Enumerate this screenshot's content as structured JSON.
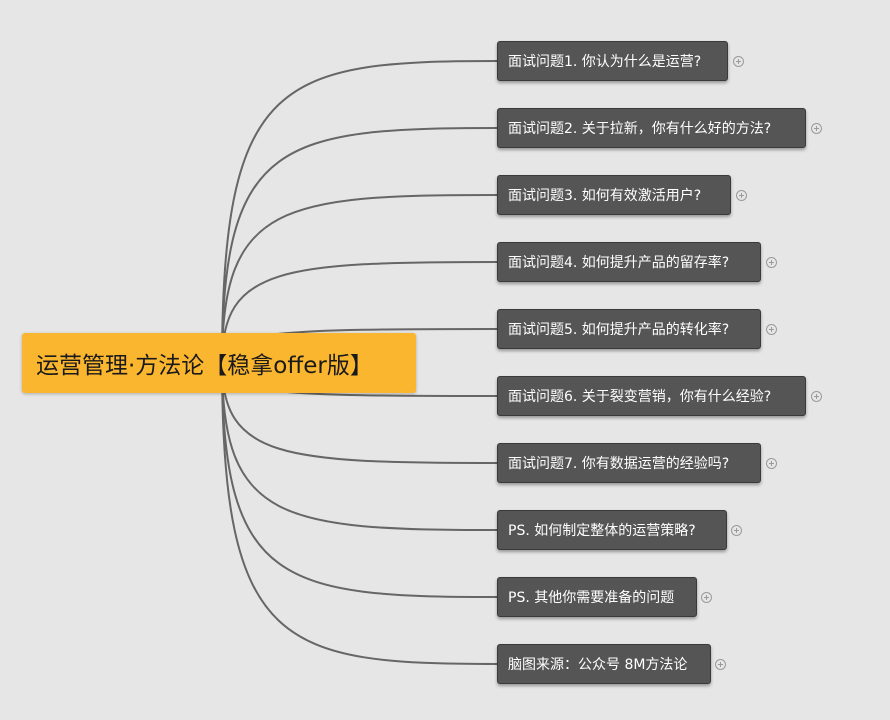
{
  "root": {
    "label": "运营管理·方法论【稳拿offer版】",
    "color": "#fbb62f"
  },
  "topics": [
    {
      "label": "面试问题1. 你认为什么是运营?"
    },
    {
      "label": "面试问题2. 关于拉新，你有什么好的方法?"
    },
    {
      "label": "面试问题3. 如何有效激活用户?"
    },
    {
      "label": "面试问题4. 如何提升产品的留存率?"
    },
    {
      "label": "面试问题5. 如何提升产品的转化率?"
    },
    {
      "label": "面试问题6. 关于裂变营销，你有什么经验?"
    },
    {
      "label": "面试问题7. 你有数据运营的经验吗?"
    },
    {
      "label": "PS. 如何制定整体的运营策略?"
    },
    {
      "label": "PS. 其他你需要准备的问题"
    },
    {
      "label": "脑图来源：公众号 8M方法论"
    }
  ],
  "colors": {
    "node_bg": "#555555",
    "line": "#666666",
    "background": "#e6e6e6"
  },
  "icons": {
    "expand": "circle-plus-icon"
  }
}
